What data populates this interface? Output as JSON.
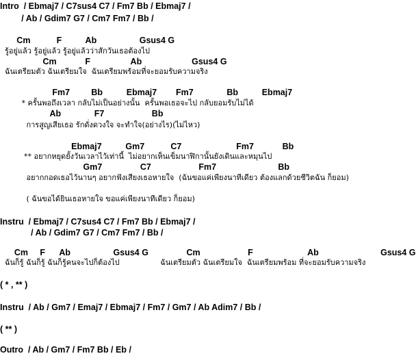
{
  "sheet": {
    "lines": [
      {
        "kind": "section",
        "text": "Intro  / Ebmaj7 / C7sus4 C7 / Fm7 Bb / Ebmaj7 /"
      },
      {
        "kind": "section",
        "text": "         / Ab / Gdim7 G7 / Cm7 Fm7 / Bb /"
      },
      {
        "kind": "chord",
        "text": "       Cm           F          Ab                  Gsus4 G"
      },
      {
        "kind": "lyric",
        "text": "  รู้อยู่แล้ว รู้อยู่แล้ว รู้อยู่แล้วว่าสักวันเธอต้องไป"
      },
      {
        "kind": "chord",
        "text": "                  Cm            F                 Ab                     Gsus4 G"
      },
      {
        "kind": "lyric",
        "text": "  ฉันเตรียมตัว ฉันเตรียมใจ  ฉันเตรียมพร้อมที่จะยอมรับความจริง"
      },
      {
        "kind": "chord",
        "text": "                      Fm7         Bb          Ebmaj7        Fm7              Bb          Ebmaj7"
      },
      {
        "kind": "lyric",
        "text": "         * ครั้นพอถึงเวลา กลับไม่เป็นอย่างนั้น  ครั้นพอเธอจะไป กลับยอมรับไม่ได้"
      },
      {
        "kind": "chord",
        "text": "                     Ab              F7                    Bb"
      },
      {
        "kind": "lyric",
        "text": "           การสูญเสียเธอ รักดั่งดวงใจ จะทำใจ(อย่างไร)(ไม่ไหว)"
      },
      {
        "kind": "chord",
        "text": "                              Ebmaj7          Gm7           C7                       Fm7            Bb"
      },
      {
        "kind": "lyric",
        "text": "          ** อยากหยุดยั้งวันเวลาไว้เท่านี้  ไม่อยากเห็นเข็มนาฬิกานั้นยังเดินและหมุนไป"
      },
      {
        "kind": "chord",
        "text": "                                   Gm7                C7                    Fm7                          Bb"
      },
      {
        "kind": "lyric",
        "text": "           อยากกอดเธอไว้นานๆ อยากฟังเสียงเธอหายใจ  (ฉันขอแค่เพียงนาทีเดียว ต้องแลกด้วยชีวิตฉัน ก็ยอม)"
      },
      {
        "kind": "lyric",
        "text": "           ( ฉันขอได้ยินเธอหายใจ ขอแค่เพียงนาทีเดียว ก็ยอม)"
      },
      {
        "kind": "section",
        "text": "Instru  / Ebmaj7 / C7sus4 C7 / Fm7 Bb / Ebmaj7 /"
      },
      {
        "kind": "section",
        "text": "             / Ab / Gdim7 G7 / Cm7 Fm7 / Bb /"
      },
      {
        "kind": "chord",
        "text": "      Cm     F      Ab                  Gsus4 G                Cm                    F                       Ab                          Gsus4 G"
      },
      {
        "kind": "lyric",
        "text": "  ฉันก็รู้ ฉันก็รู้ ฉันก็รู้คนจะไปก็ต้องไป                 ฉันเตรียมตัว ฉันเตรียมใจ  ฉันเตรียมพร้อม ที่จะยอมรับความจริง"
      },
      {
        "kind": "section",
        "text": "( * , ** )"
      },
      {
        "kind": "section",
        "text": "Instru  / Ab / Gm7 / Emaj7 / Ebmaj7 / Fm7 / Gm7 / Ab Adim7 / Bb /"
      },
      {
        "kind": "section",
        "text": "( ** )"
      },
      {
        "kind": "section",
        "text": "Outro  / Ab / Gm7 / Fm7 Bb / Eb /"
      }
    ]
  }
}
